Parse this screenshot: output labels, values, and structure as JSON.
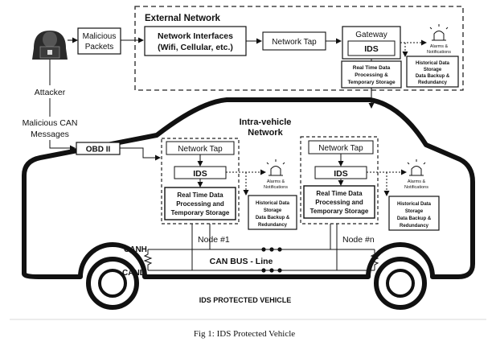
{
  "external_network": {
    "title": "External Network",
    "malicious_packets": [
      "Malicious",
      "Packets"
    ],
    "network_interfaces": [
      "Network Interfaces",
      "(Wifi, Cellular,  etc.)"
    ],
    "network_tap": "Network Tap",
    "gateway": "Gateway",
    "ids": "IDS",
    "alarms": [
      "Alarms &",
      "Notifications"
    ],
    "realtime": [
      "Real Time Data",
      "Processing &",
      "Temporary Storage"
    ],
    "historical": [
      "Historical Data",
      "Storage",
      "Data Backup &",
      "Redundancy"
    ]
  },
  "attacker": {
    "label": "Attacker",
    "messages": [
      "Malicious CAN",
      "Messages"
    ],
    "obd": "OBD II"
  },
  "intra_vehicle": {
    "title": [
      "Intra-vehicle",
      "Network"
    ],
    "node1": {
      "network_tap": "Network Tap",
      "ids": "IDS",
      "realtime": [
        "Real Time Data",
        "Processing and",
        "Temporary  Storage"
      ],
      "alarms": [
        "Alarms &",
        "Notifications"
      ],
      "historical": [
        "Historical Data",
        "Storage",
        "Data Backup &",
        "Redundancy"
      ],
      "label": "Node #1"
    },
    "noden": {
      "network_tap": "Network Tap",
      "ids": "IDS",
      "realtime": [
        "Real Time Data",
        "Processing and",
        "Temporary Storage"
      ],
      "alarms": [
        "Alarms &",
        "Notifications"
      ],
      "historical": [
        "Historical Data",
        "Storage",
        "Data Backup &",
        "Redundancy"
      ],
      "label": "Node #n"
    }
  },
  "can": {
    "canh": "CANH",
    "canl": "CANL",
    "bus_label": "CAN BUS - Line"
  },
  "vehicle_label": "IDS PROTECTED VEHICLE",
  "caption": "Fig 1: IDS Protected Vehicle"
}
